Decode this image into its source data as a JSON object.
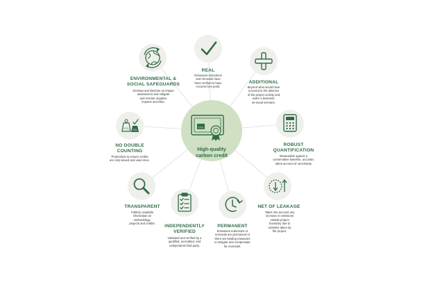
{
  "colors": {
    "primary_green": "#2f6b45",
    "circle_fill": "#efefec",
    "center_fill": "#cfe0c3",
    "line": "#dddddd"
  },
  "center": {
    "label_line1": "High-quality",
    "label_line2": "carbon credit",
    "icon": "money-seal-icon"
  },
  "nodes": {
    "real": {
      "title": "REAL",
      "desc": [
        "Emissions reductions",
        "and removals have",
        "been verified to have",
        "occurred (ex-post)."
      ],
      "icon": "check-icon"
    },
    "additional": {
      "title": "ADDITIONAL",
      "desc": [
        "Beyond what would have",
        "occurred in the absence",
        "of the project activity and",
        "under a business-",
        "as-usual scenario."
      ],
      "icon": "plus-icon"
    },
    "robust": {
      "title_lines": [
        "ROBUST",
        "QUANTIFICATION"
      ],
      "desc": [
        "Measurable against a",
        "conservative baseline, accurate;",
        "takes account of uncertainty"
      ],
      "icon": "calculator-icon"
    },
    "leakage": {
      "title": "NET OF LEAKAGE",
      "desc": [
        "Takes into account any",
        "increase in emissions",
        "outside project",
        "boundary due to",
        "activities taken by",
        "the project."
      ],
      "icon": "arrows-icon"
    },
    "permanent": {
      "title": "PERMANENT",
      "desc": [
        "Emissions reductions or",
        "removals are permanent or",
        "there are binding measures",
        "to mitigate and compensate",
        "for reversals."
      ],
      "icon": "clock-icon"
    },
    "verified": {
      "title_lines": [
        "INDEPENDENTLY",
        "VERIFIED"
      ],
      "desc": [
        "Validated and verified by a",
        "qualified, accredited, and",
        "independent third party."
      ],
      "icon": "clipboard-icon"
    },
    "transparent": {
      "title": "TRANSPARENT",
      "desc": [
        "Publicly available",
        "information on",
        "methodology,",
        "projects and credits."
      ],
      "icon": "magnifier-icon"
    },
    "no_double": {
      "title_lines": [
        "NO DOUBLE",
        "COUNTING"
      ],
      "desc": [
        "Protections to ensure credits",
        "are only issued and used once."
      ],
      "icon": "co2-weights-icon"
    },
    "env": {
      "title_lines": [
        "ENVIRONMENTAL &",
        "SOCIAL SAFEGUARDS"
      ],
      "desc": [
        "Develop and disclose an impact",
        "assessment and mitigate",
        "and monitor negative",
        "impacts and risks."
      ],
      "icon": "earth-recycle-icon"
    }
  }
}
